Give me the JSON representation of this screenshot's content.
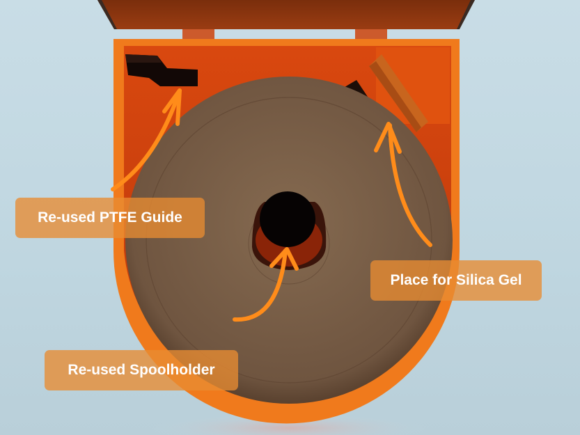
{
  "annotations": [
    {
      "id": "ptfe",
      "text": "Re-used PTFE Guide"
    },
    {
      "id": "silica",
      "text": "Place for Silica Gel"
    },
    {
      "id": "spool",
      "text": "Re-used Spoolholder"
    }
  ],
  "colors": {
    "background": "#c4dae3",
    "case_orange": "#f07a1c",
    "case_inner": "#c9400e",
    "lid": "#8a3410",
    "spool": "#7a5e44",
    "arrow": "#ff8c1a",
    "label_bg": "#e88c32"
  }
}
